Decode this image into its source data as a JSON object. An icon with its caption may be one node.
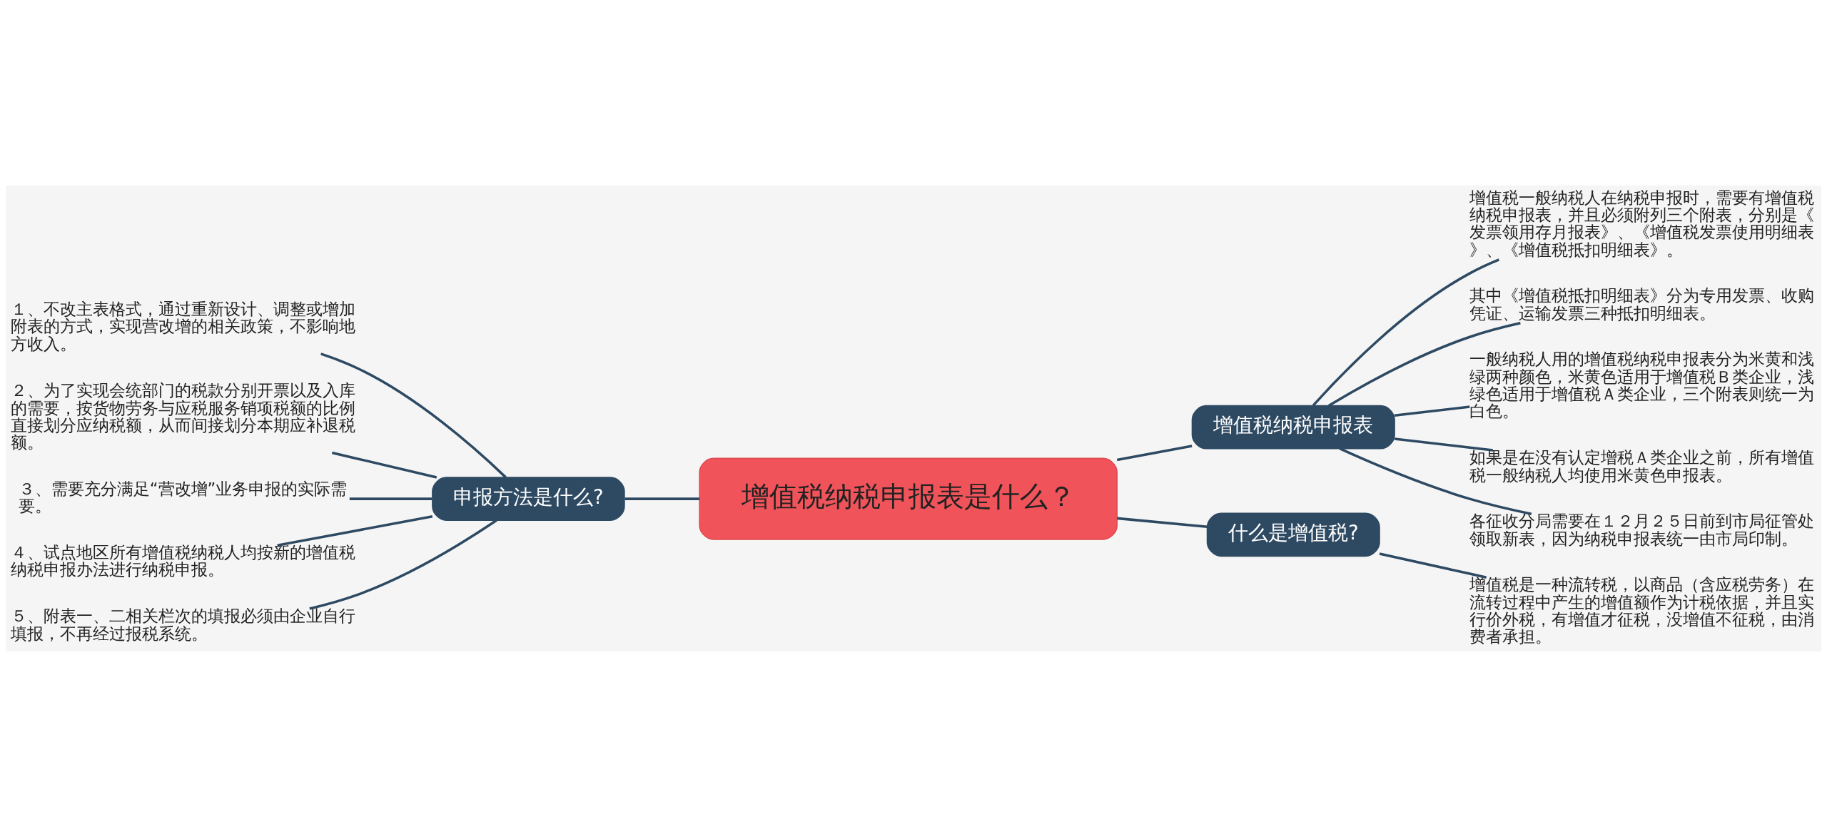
{
  "diagram": {
    "nodes": [
      {
        "text": [
          "增值税纳税申报表是什么？"
        ]
      },
      {
        "text": [
          "增值税纳税申报表"
        ]
      },
      {
        "text": [
          "增值税一般纳税人在纳税申报时，需要有增值税纳税申报表，并且必须附列三个附表，分别是《发票领用存月报表》、《增值税发票使用明细表》、《增值税抵扣明细表》。"
        ]
      },
      {
        "text": [
          "其中《增值税抵扣明细表》分为专用发票、收购凭证、运输发票三种抵扣明细表。"
        ]
      },
      {
        "text": [
          "一般纳税人用的增值税纳税申报表分为米黄和浅绿两种颜色，米黄色适用于增值税Ｂ类企业，浅绿色适用于增值税Ａ类企业，三个附表则统一为白色。"
        ]
      },
      {
        "text": [
          "如果是在没有认定增税Ａ类企业之前，所有增值税一般纳税人均使用米黄色申报表。"
        ]
      },
      {
        "text": [
          "各征收分局需要在１２月２５日前到市局征管处领取新表，因为纳税申报表统一由市局印制。"
        ]
      },
      {
        "text": [
          "什么是增值税?"
        ]
      },
      {
        "text": [
          "增值税是一种流转税，以商品（含应税劳务）在流转过程中产生的增值额作为计税依据，并且实行价外税，有增值才征税，没增值不征税，由消费者承担。"
        ]
      },
      {
        "text": [
          "申报方法是什么?"
        ]
      },
      {
        "text": [
          "１、不改主表格式，通过重新设计、调整或增加附表的方式，实现营改增的相关政策，不影响地方收入。"
        ]
      },
      {
        "text": [
          "２、为了实现会统部门的税款分别开票以及入库的需要，按货物劳务与应税服务销项税额的比例直接划分应纳税额，从而间接划分本期应补退税额。"
        ]
      },
      {
        "text": [
          "３、需要充分满足“营改增”业务申报的实际需要。"
        ]
      },
      {
        "text": [
          "４、试点地区所有增值税纳税人均按新的增值税纳税申报办法进行纳税申报。"
        ]
      },
      {
        "text": [
          "５、附表一、二相关栏次的填报必须由企业自行填报，不再经过报税系统。"
        ]
      }
    ],
    "edges": [
      {
        "from": 0,
        "to": 1,
        "arrow": "none"
      },
      {
        "from": 1,
        "to": 2,
        "arrow": "none"
      },
      {
        "from": 1,
        "to": 3,
        "arrow": "none"
      },
      {
        "from": 1,
        "to": 4,
        "arrow": "none"
      },
      {
        "from": 1,
        "to": 5,
        "arrow": "none"
      },
      {
        "from": 1,
        "to": 6,
        "arrow": "none"
      },
      {
        "from": 0,
        "to": 7,
        "arrow": "none"
      },
      {
        "from": 7,
        "to": 8,
        "arrow": "none"
      },
      {
        "from": 0,
        "to": 9,
        "arrow": "none"
      },
      {
        "from": 9,
        "to": 10,
        "arrow": "none"
      },
      {
        "from": 9,
        "to": 11,
        "arrow": "none"
      },
      {
        "from": 9,
        "to": 12,
        "arrow": "none"
      },
      {
        "from": 9,
        "to": 13,
        "arrow": "none"
      },
      {
        "from": 9,
        "to": 14,
        "arrow": "none"
      }
    ]
  }
}
